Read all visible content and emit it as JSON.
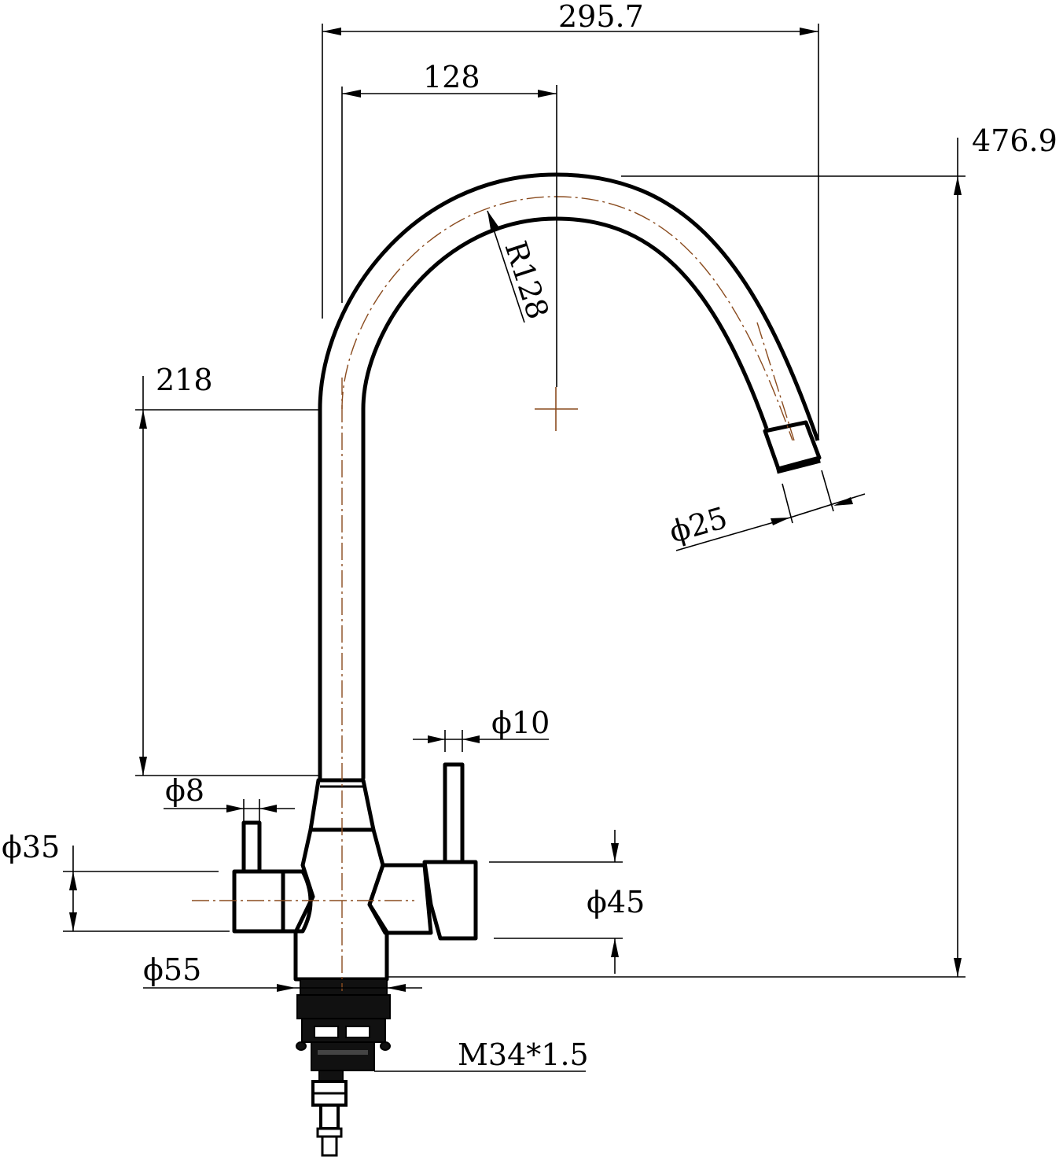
{
  "dimensions": {
    "overall_reach": "295.7",
    "arc_offset": "128",
    "bend_radius": "R128",
    "total_height": "476.9",
    "spout_height": "218",
    "outlet_diameter": "ϕ25",
    "right_lever_diameter": "ϕ10",
    "left_lever_diameter": "ϕ8",
    "left_handle_diameter": "ϕ35",
    "right_handle_diameter": "ϕ45",
    "base_diameter": "ϕ55",
    "thread_size": "M34*1.5"
  }
}
